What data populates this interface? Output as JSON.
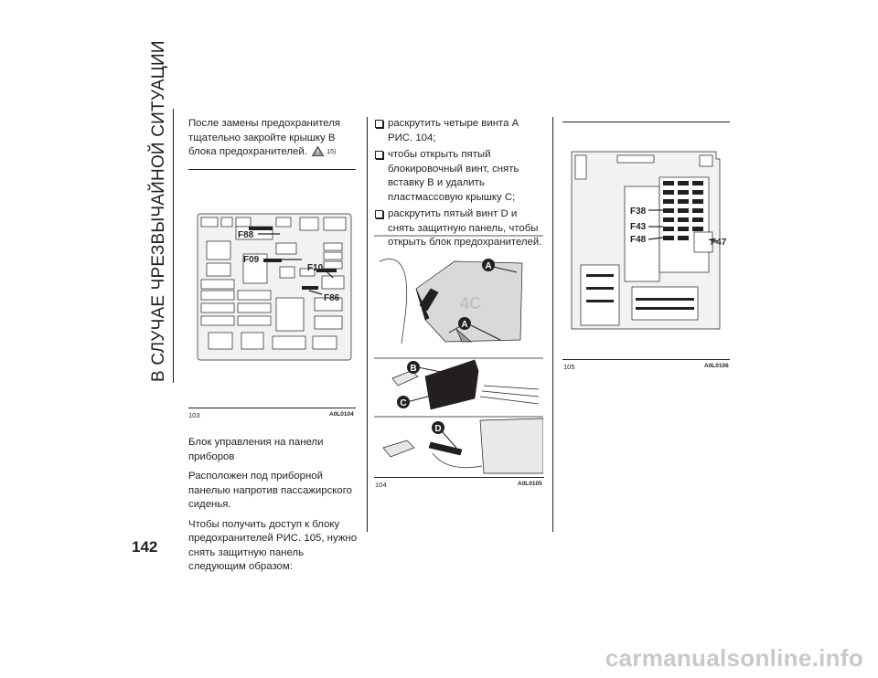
{
  "section_title": "В СЛУЧАЕ ЧРЕЗВЫЧАЙНОЙ СИТУАЦИИ",
  "page_number": "142",
  "col1": {
    "intro": "После замены предохранителя тщательно закройте крышку В блока предохранителей.",
    "intro_ref": "15)",
    "heading": "Блок управления на панели приборов",
    "p1": "Расположен под приборной панелью напротив пассажирского сиденья.",
    "p2": "Чтобы получить доступ к блоку предохранителей РИС. 105, нужно снять защитную панель следующим образом:"
  },
  "col2": {
    "bullets": [
      "раскрутить четыре винта А РИС. 104;",
      "чтобы открыть пятый блокировочный винт, снять вставку В и удалить пластмассовую крышку С;",
      "раскрутить пятый винт D и снять защитную панель, чтобы открыть блок предохранителей."
    ]
  },
  "figures": {
    "fig103": {
      "number": "103",
      "code": "A0L0104",
      "labels": [
        "F88",
        "F09",
        "F10",
        "F86"
      ]
    },
    "fig104": {
      "number": "104",
      "code": "A0L0105",
      "labels": [
        "A",
        "A",
        "B",
        "C",
        "D"
      ],
      "logo": "4C"
    },
    "fig105": {
      "number": "105",
      "code": "A0L0106",
      "labels": [
        "F38",
        "F43",
        "F48",
        "F47"
      ]
    }
  },
  "watermark": "carmanualsonline.info"
}
